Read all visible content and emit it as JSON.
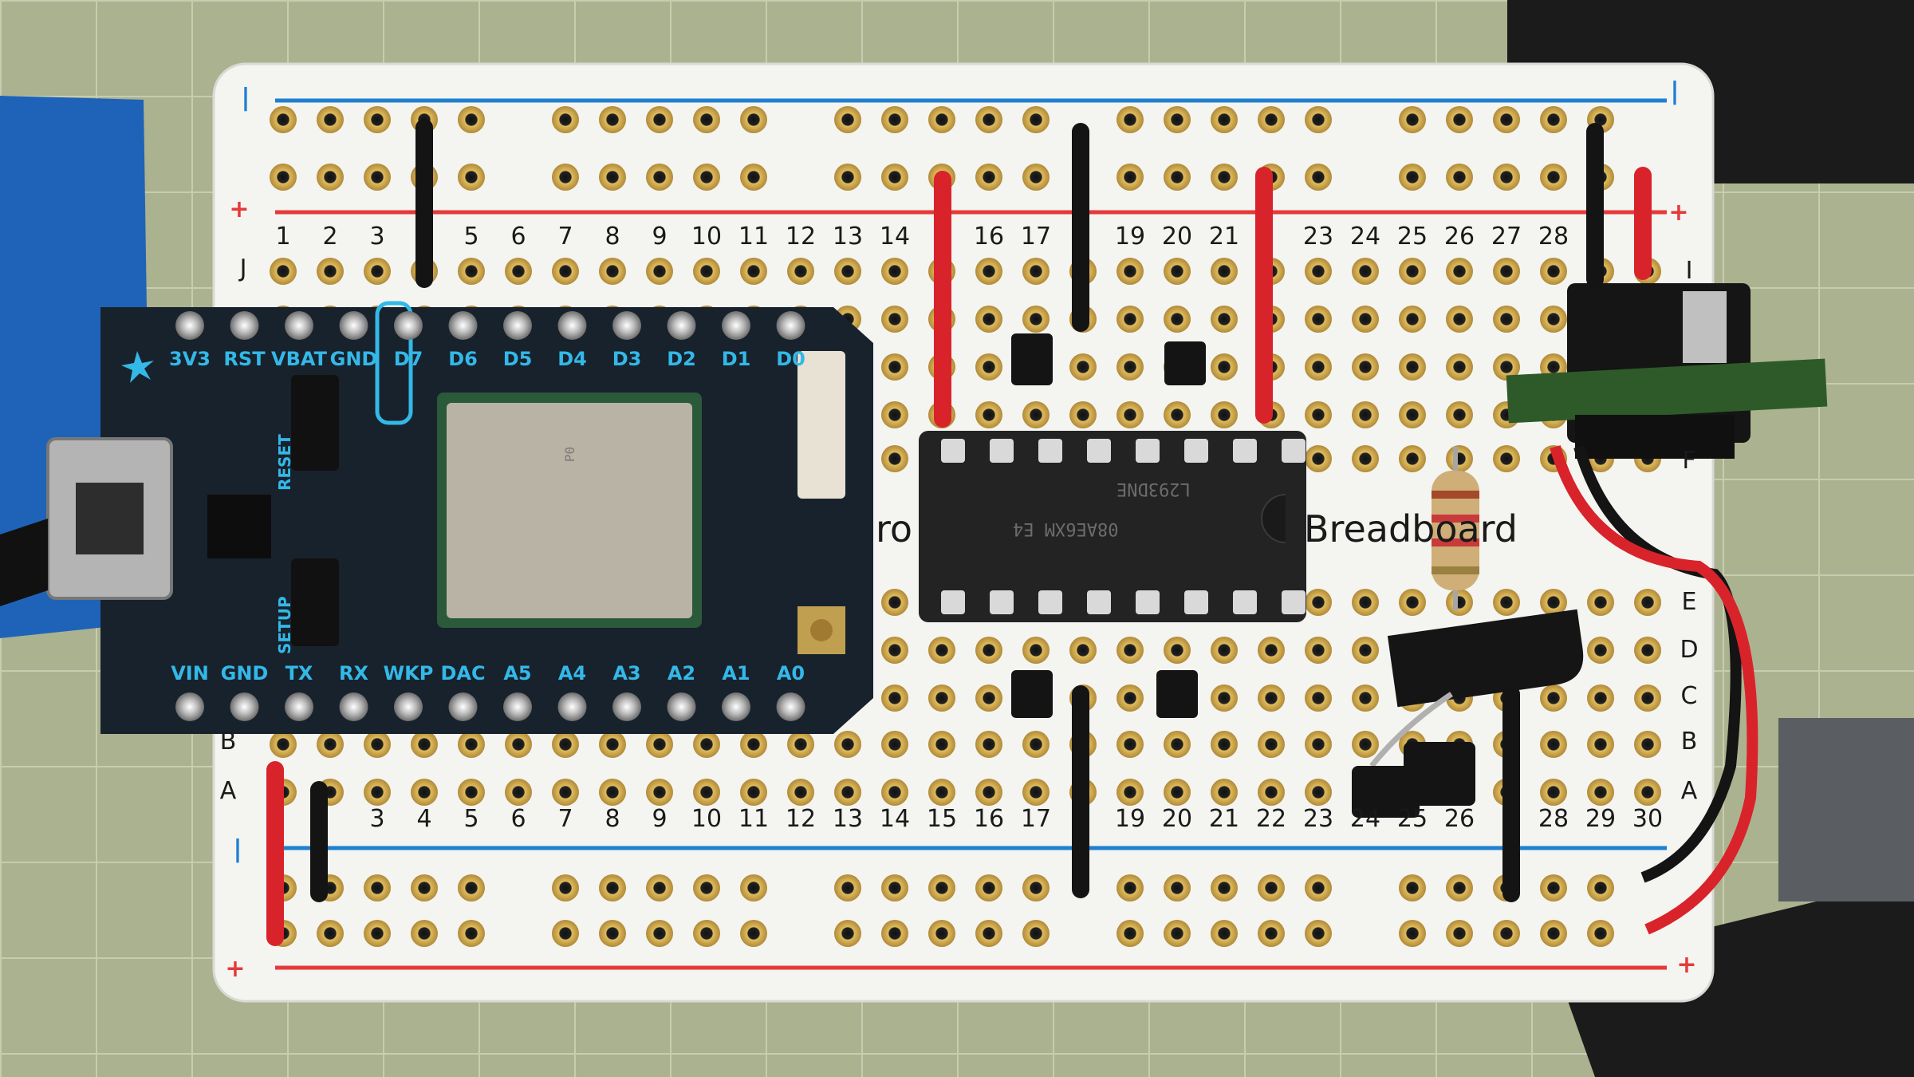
{
  "breadboard": {
    "column_numbers_top": [
      "1",
      "2",
      "3",
      "5",
      "6",
      "7",
      "8",
      "9",
      "10",
      "11",
      "12",
      "13",
      "14",
      "16",
      "17",
      "19",
      "20",
      "21",
      "23",
      "24",
      "25",
      "26",
      "27",
      "28"
    ],
    "column_numbers_bottom": [
      "3",
      "4",
      "5",
      "6",
      "7",
      "8",
      "9",
      "10",
      "11",
      "12",
      "13",
      "14",
      "15",
      "16",
      "17",
      "19",
      "20",
      "21",
      "22",
      "23",
      "24",
      "25",
      "26",
      "28",
      "29",
      "30"
    ],
    "row_letters_left": [
      "J",
      "B",
      "A"
    ],
    "row_letters_right": [
      "I",
      "F",
      "E",
      "D",
      "C",
      "B",
      "A"
    ],
    "rail_plus": "+",
    "rail_minus": "|",
    "brand_left": "ro",
    "brand_right": "Breadboard",
    "colors": {
      "board": "#f4f4f1",
      "hole": "#c9a24a",
      "rail_red": "#e53a3a",
      "rail_blue": "#1f7fd0"
    }
  },
  "photon": {
    "top_pins": [
      "3V3",
      "RST",
      "VBAT",
      "GND",
      "D7",
      "D6",
      "D5",
      "D4",
      "D3",
      "D2",
      "D1",
      "D0"
    ],
    "bottom_pins": [
      "VIN",
      "GND",
      "TX",
      "RX",
      "WKP",
      "DAC",
      "A5",
      "A4",
      "A3",
      "A2",
      "A1",
      "A0"
    ],
    "side_labels": [
      "RESET",
      "SETUP"
    ],
    "module_text": "P0",
    "colors": {
      "pcb": "#18222c",
      "silk": "#33b8e8"
    }
  },
  "ic": {
    "marking_line1": "L293DNE",
    "marking_line2": "08AE6XM E4",
    "colors": {
      "body": "#222222"
    }
  },
  "wires": {
    "colors": {
      "red": "#d9232a",
      "black": "#141414"
    }
  },
  "icons": [
    "particle-logo-icon",
    "usb-port-icon"
  ]
}
